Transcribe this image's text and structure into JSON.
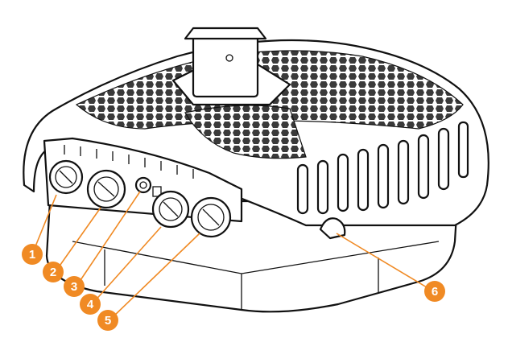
{
  "accent_color": "#f08a24",
  "callouts": [
    {
      "label": "1",
      "target": "port-1"
    },
    {
      "label": "2",
      "target": "port-2"
    },
    {
      "label": "3",
      "target": "grounding-screw"
    },
    {
      "label": "4",
      "target": "port-4"
    },
    {
      "label": "5",
      "target": "port-5"
    },
    {
      "label": "6",
      "target": "side-handle-slot"
    }
  ]
}
